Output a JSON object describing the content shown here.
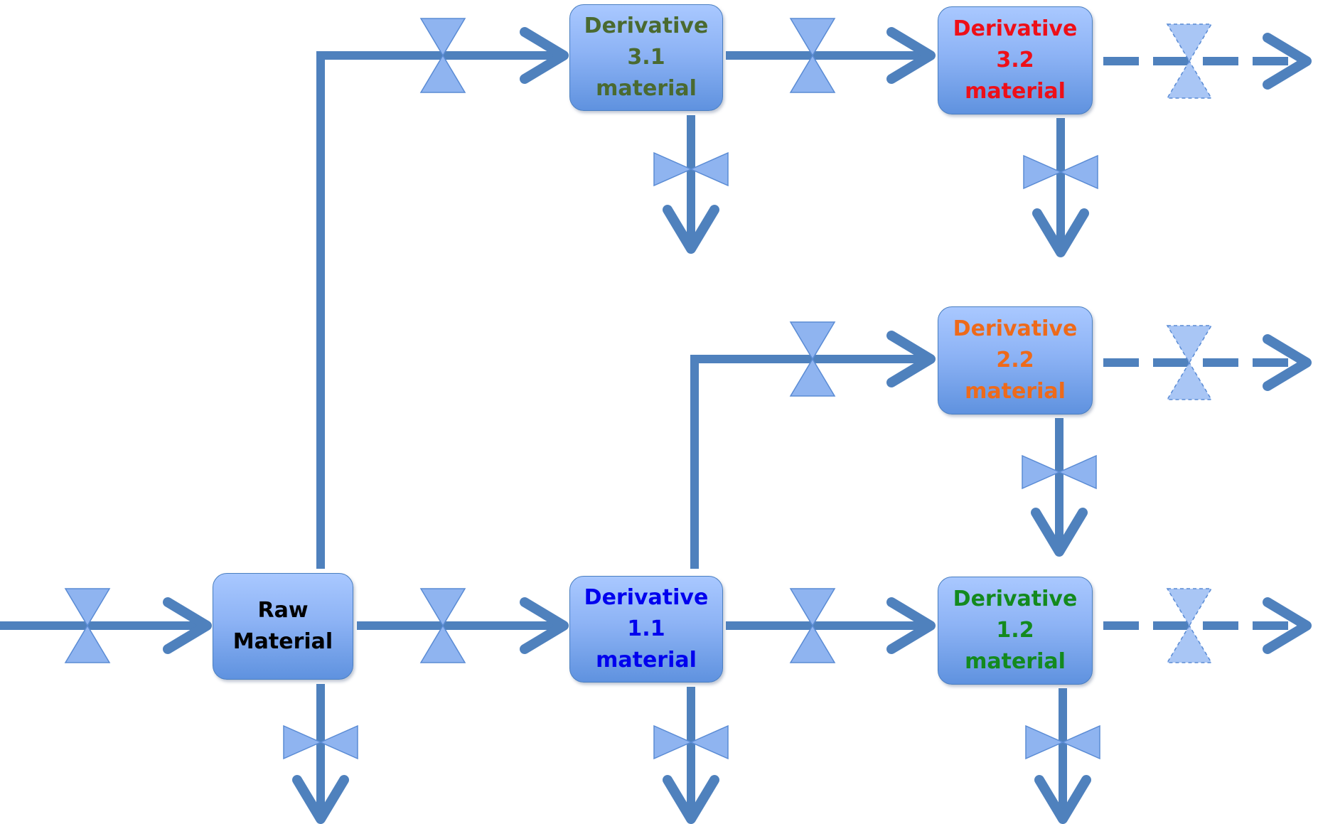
{
  "nodes": {
    "raw": {
      "lines": [
        "Raw",
        "Material"
      ],
      "color": "#000000"
    },
    "d1_1": {
      "lines": [
        "Derivative",
        "1.1",
        "material"
      ],
      "color": "#0000ee"
    },
    "d1_2": {
      "lines": [
        "Derivative",
        "1.2",
        "material"
      ],
      "color": "#138a1e"
    },
    "d2_2": {
      "lines": [
        "Derivative",
        "2.2",
        "material"
      ],
      "color": "#ee6a1a"
    },
    "d3_1": {
      "lines": [
        "Derivative",
        "3.1",
        "material"
      ],
      "color": "#4a6a30"
    },
    "d3_2": {
      "lines": [
        "Derivative",
        "3.2",
        "material"
      ],
      "color": "#ee0f18"
    }
  },
  "colors": {
    "pipe": "#4f81bd",
    "valve_fill": "#8fb4f0",
    "valve_stroke": "#5a8bd4"
  },
  "edges": [
    {
      "id": "inlet-to-raw",
      "type": "solid",
      "valve": "horizontal"
    },
    {
      "id": "raw-to-d1_1",
      "type": "solid",
      "valve": "horizontal"
    },
    {
      "id": "d1_1-to-d1_2",
      "type": "solid",
      "valve": "horizontal"
    },
    {
      "id": "d1_2-outlet",
      "type": "dashed",
      "valve": "horizontal"
    },
    {
      "id": "raw-to-d3_1",
      "type": "solid",
      "valve": "horizontal"
    },
    {
      "id": "d3_1-to-d3_2",
      "type": "solid",
      "valve": "horizontal"
    },
    {
      "id": "d3_2-outlet",
      "type": "dashed",
      "valve": "horizontal"
    },
    {
      "id": "d1_1-to-d2_2",
      "type": "solid",
      "valve": "horizontal"
    },
    {
      "id": "d2_2-outlet",
      "type": "dashed",
      "valve": "horizontal"
    },
    {
      "id": "raw-drain",
      "type": "solid",
      "valve": "vertical"
    },
    {
      "id": "d1_1-drain",
      "type": "solid",
      "valve": "vertical"
    },
    {
      "id": "d1_2-drain",
      "type": "solid",
      "valve": "vertical"
    },
    {
      "id": "d2_2-drain",
      "type": "solid",
      "valve": "vertical"
    },
    {
      "id": "d3_1-drain",
      "type": "solid",
      "valve": "vertical"
    },
    {
      "id": "d3_2-drain",
      "type": "solid",
      "valve": "vertical"
    }
  ]
}
